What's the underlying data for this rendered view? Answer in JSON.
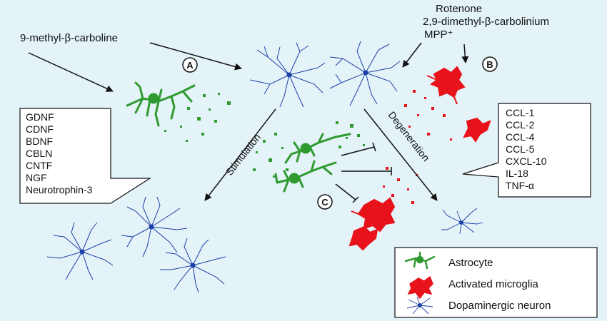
{
  "colors": {
    "background": "#e4f3f8",
    "astrocyte": "#2f9a30",
    "microglia": "#e8121a",
    "neuron": "#1b3fa8",
    "text": "#111111"
  },
  "top_left_toxin": "9-methyl-β-carboline",
  "top_right_toxins": [
    "Rotenone",
    "2,9-dimethyl-β-carbolinium",
    "MPP⁺"
  ],
  "panel_markers": {
    "a": "A",
    "b": "B",
    "c": "C"
  },
  "arrow_labels": {
    "left": "Stimulation",
    "right": "Degeneration"
  },
  "factors_left": [
    "GDNF",
    "CDNF",
    "BDNF",
    "CBLN",
    "CNTF",
    "NGF",
    "Neurotrophin-3"
  ],
  "factors_right": [
    "CCL-1",
    "CCL-2",
    "CCL-4",
    "CCL-5",
    "CXCL-10",
    "IL-18",
    "TNF-α"
  ],
  "legend": {
    "astrocyte": "Astrocyte",
    "microglia": "Activated microglia",
    "neuron": "Dopaminergic neuron"
  }
}
